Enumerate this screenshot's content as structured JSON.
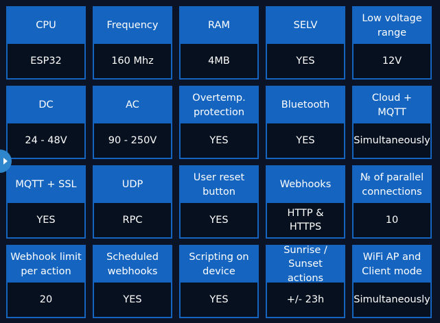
{
  "specs": [
    {
      "label": "CPU",
      "value": "ESP32"
    },
    {
      "label": "Frequency",
      "value": "160 Mhz"
    },
    {
      "label": "RAM",
      "value": "4MB"
    },
    {
      "label": "SELV",
      "value": "YES"
    },
    {
      "label": "Low voltage\nrange",
      "value": "12V"
    },
    {
      "label": "DC",
      "value": "24 - 48V"
    },
    {
      "label": "AC",
      "value": "90 - 250V"
    },
    {
      "label": "Overtemp.\nprotection",
      "value": "YES"
    },
    {
      "label": "Bluetooth",
      "value": "YES"
    },
    {
      "label": "Cloud + MQTT",
      "value": "Simultaneously"
    },
    {
      "label": "MQTT + SSL",
      "value": "YES"
    },
    {
      "label": "UDP",
      "value": "RPC"
    },
    {
      "label": "User reset\nbutton",
      "value": "YES"
    },
    {
      "label": "Webhooks",
      "value": "HTTP &\nHTTPS"
    },
    {
      "label": "№ of parallel\nconnections",
      "value": "10"
    },
    {
      "label": "Webhook limit\nper action",
      "value": "20"
    },
    {
      "label": "Scheduled\nwebhooks",
      "value": "YES"
    },
    {
      "label": "Scripting on\ndevice",
      "value": "YES"
    },
    {
      "label": "Sunrise / Sunset\nactions",
      "value": "+/- 23h"
    },
    {
      "label": "WiFi AP and\nClient mode",
      "value": "Simultaneously"
    }
  ],
  "colors": {
    "background": "#0a1426",
    "header": "#1565c0",
    "value_bg": "#07101f",
    "text": "#ffffff",
    "side_tab": "#2f86cc"
  },
  "icons": {
    "side_tab": "play-arrow-icon"
  }
}
